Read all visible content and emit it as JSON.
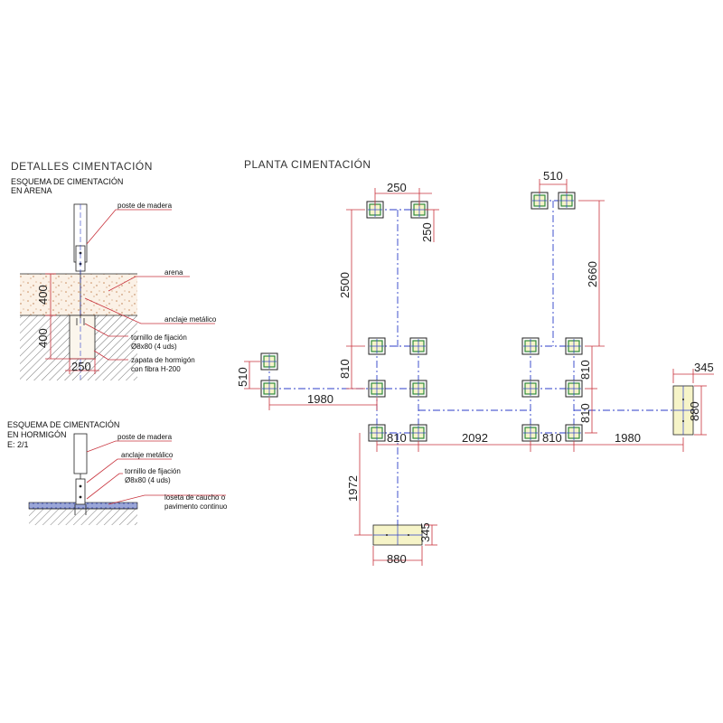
{
  "titles": {
    "details": "DETALLES CIMENTACIÓN",
    "plan": "PLANTA CIMENTACIÓN"
  },
  "sand": {
    "title_line1": "ESQUEMA DE CIMENTACIÓN",
    "title_line2": "EN ARENA",
    "labels": {
      "post": "poste de madera",
      "sand": "arena",
      "anchor": "anclaje metálico",
      "screw1": "tornillo de fijación",
      "screw2": "Ø8x80 (4 uds)",
      "footing1": "zapata de hormigón",
      "footing2": "con fibra H-200"
    },
    "dims": {
      "depth_top": "400",
      "depth_bottom": "400",
      "width": "250"
    }
  },
  "concrete": {
    "title_line1": "ESQUEMA DE CIMENTACIÓN",
    "title_line2": "EN HORMIGÓN",
    "scale": "E: 2/1",
    "labels": {
      "post": "poste de madera",
      "anchor": "anclaje metálico",
      "screw1": "tornillo de fijación",
      "screw2": "Ø8x80 (4 uds)",
      "tile1": "loseta de caucho o",
      "tile2": "pavimento continuo"
    }
  },
  "plan": {
    "dims": {
      "top_left_width": "250",
      "top_left_side": "250",
      "left_height": "2500",
      "left_810": "810",
      "left_510": "510",
      "left_1980": "1980",
      "top_right_width": "510",
      "right_height": "2660",
      "right_810_a": "810",
      "right_810_b": "810",
      "bottom_810_left": "810",
      "bottom_2092": "2092",
      "bottom_810_right": "810",
      "bottom_1980": "1980",
      "east_345": "345",
      "east_880": "880",
      "south_345": "345",
      "south_880": "880",
      "south_1972": "1972"
    }
  },
  "colors": {
    "dimension": "#c8323c",
    "axis": "#2c3ec8",
    "footing_fill": "#f6f4c8",
    "footing_edge": "#2f8a3a"
  }
}
